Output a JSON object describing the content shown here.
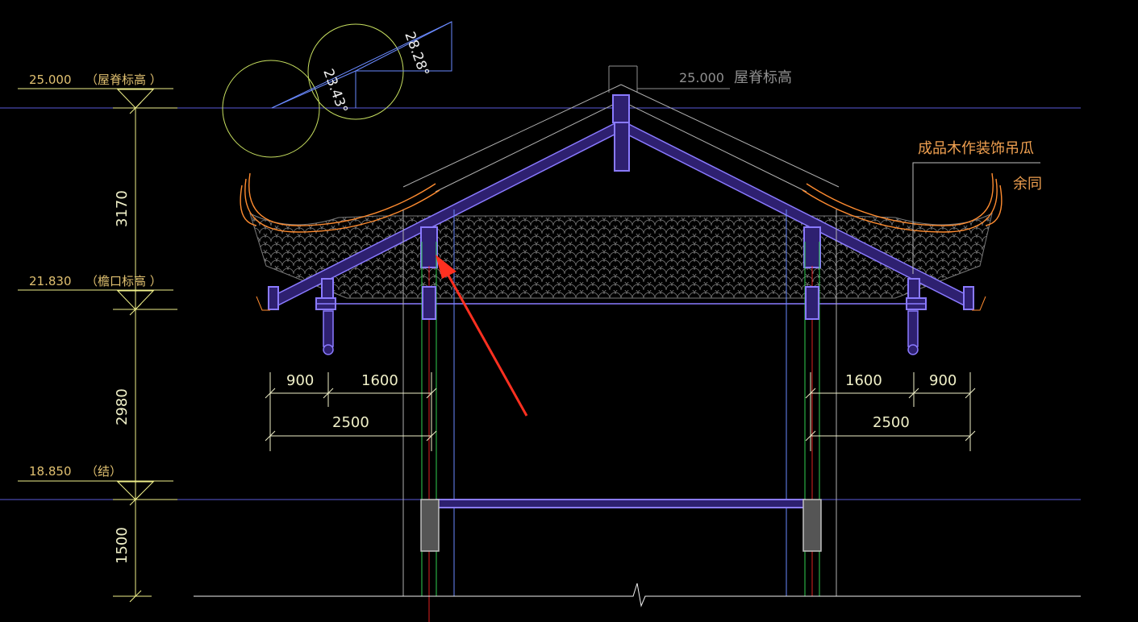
{
  "colors": {
    "background": "#000000",
    "elevation_text": "#e0c070",
    "dimension_text": "#f0f0c8",
    "annotation_text": "#f0a050",
    "yellow_line": "#f0f08a",
    "blue_line": "#5a5ad8",
    "roof_purple": "#8a7aff",
    "roof_fill": "#2e2070",
    "orange": "#ff8c30",
    "grey_line": "#b0b0b0",
    "green": "#30d050",
    "red_line": "#e02020",
    "arrow_red": "#ff3020",
    "circle": "#c8e060"
  },
  "elevations": [
    {
      "value": "25.000",
      "label": "（屋脊标高  ）"
    },
    {
      "value": "21.830",
      "label": "（檐口标高  ）"
    },
    {
      "value": "18.850",
      "label": "（结）"
    }
  ],
  "vertical_dims": [
    "3170",
    "2980",
    "1500"
  ],
  "angles": [
    "28.28°",
    "23.43°"
  ],
  "ridge_label": {
    "value": "25.000",
    "label": "屋脊标高"
  },
  "annotations": {
    "bracket": "成品木作装饰吊瓜",
    "same": "余同"
  },
  "left_dims": {
    "a": "900",
    "b": "1600",
    "total": "2500"
  },
  "right_dims": {
    "a": "1600",
    "b": "900",
    "total": "2500"
  }
}
